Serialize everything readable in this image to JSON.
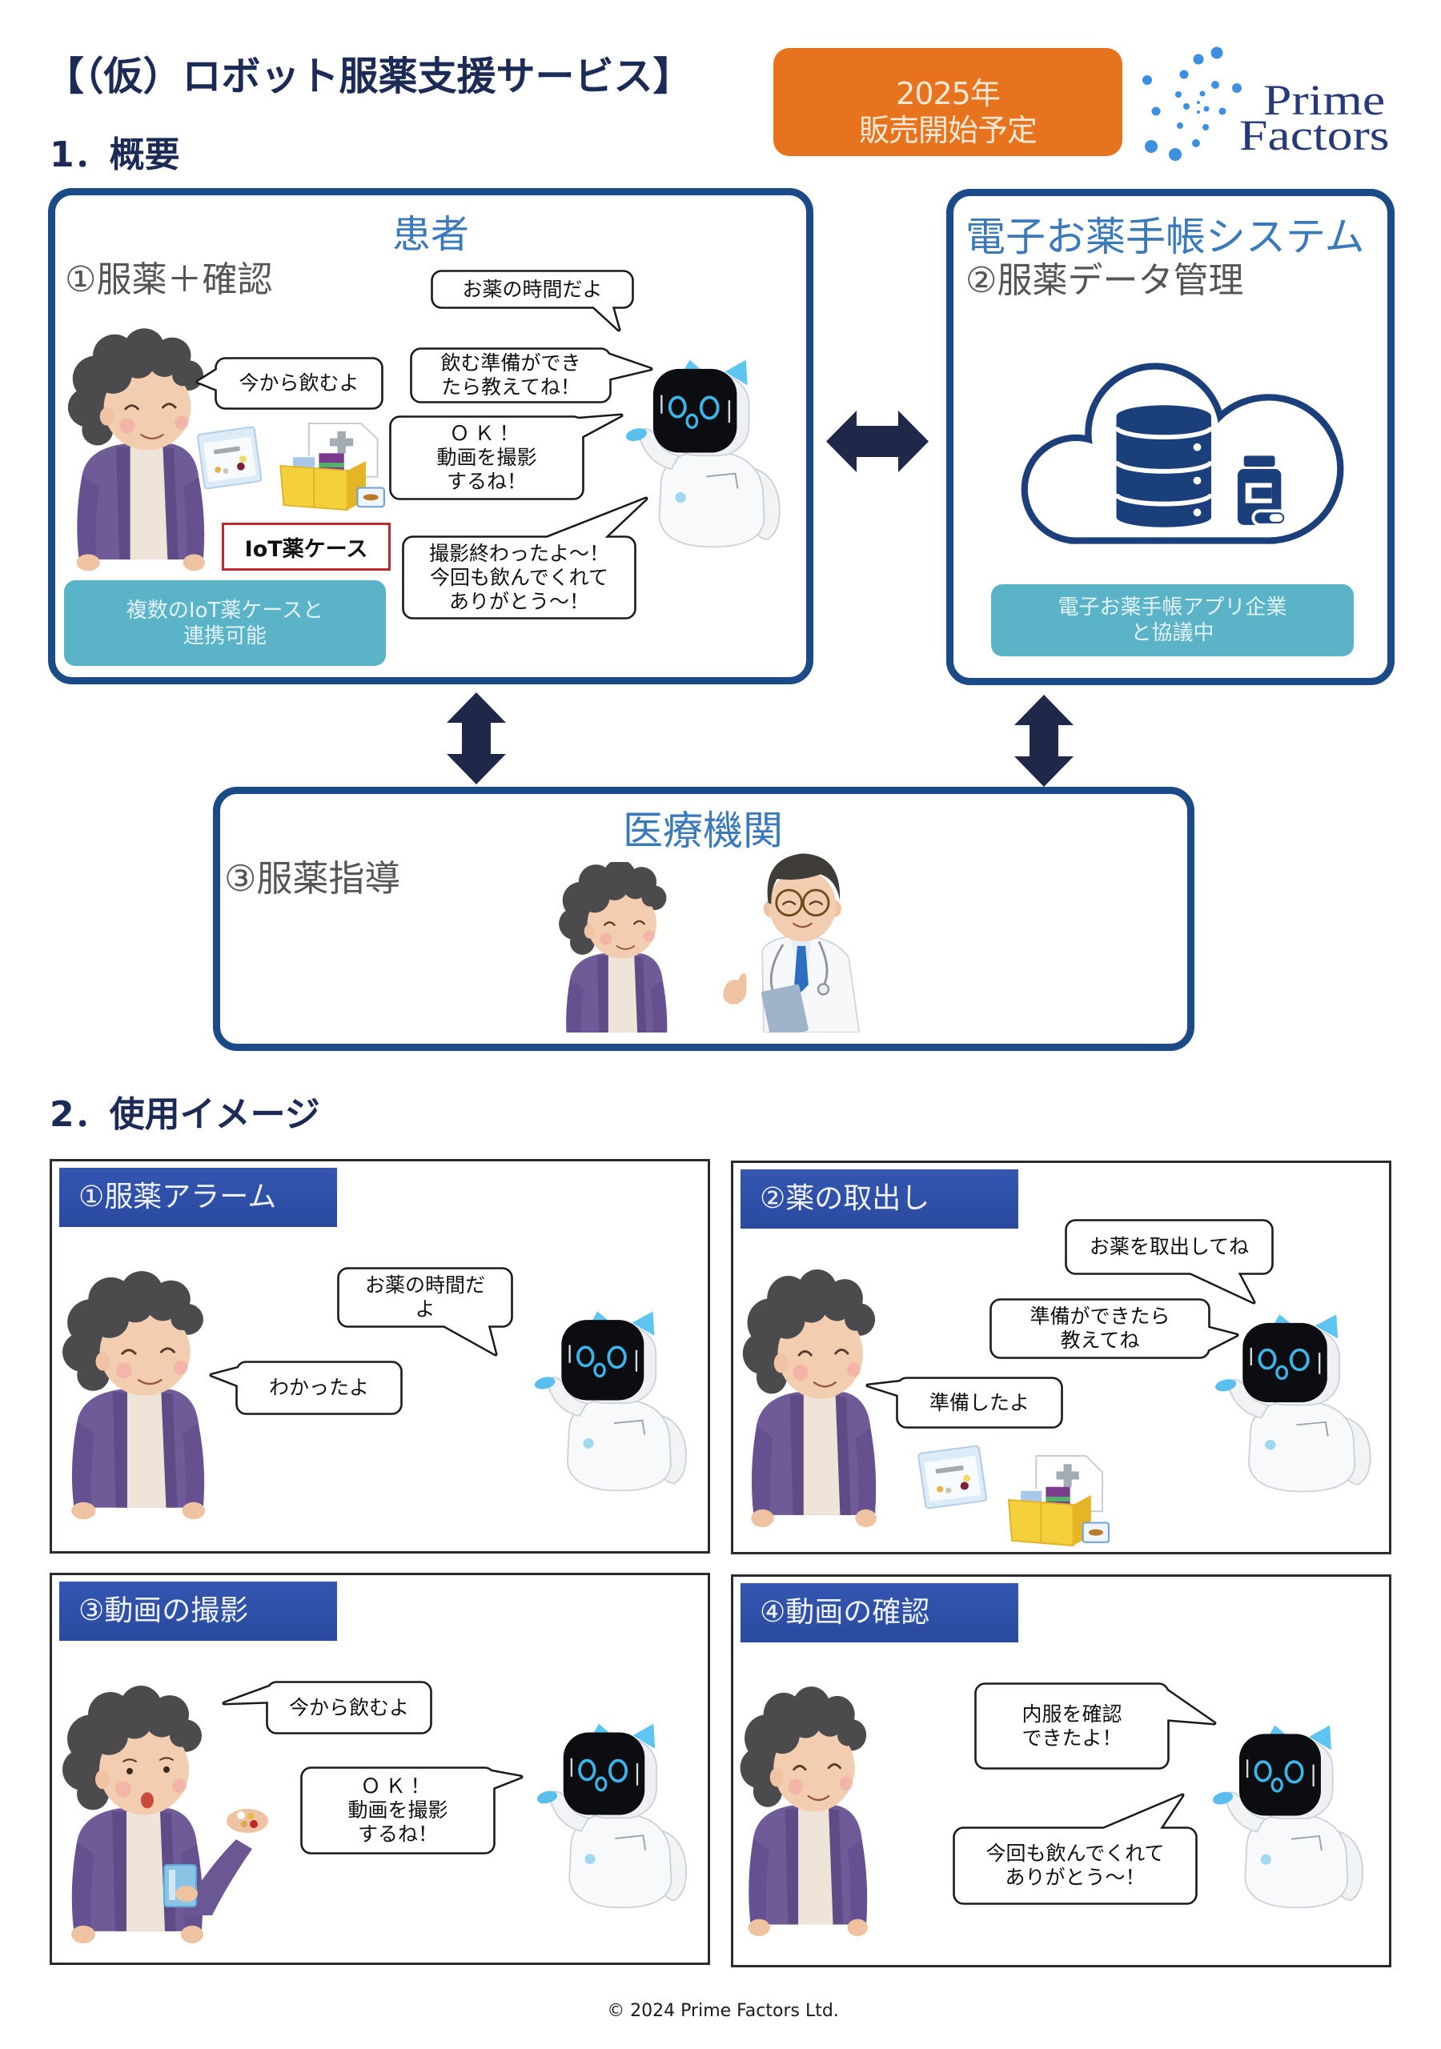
{
  "header": {
    "title": "【（仮）ロボット服薬支援サービス】",
    "launch_badge": [
      "2025年",
      "販売開始予定"
    ],
    "logo": {
      "line1": "Prime",
      "line2": "Factors"
    }
  },
  "overview": {
    "heading": "1．概要",
    "patient": {
      "title": "患者",
      "step": "①服薬＋確認",
      "bubbles": [
        {
          "speaker": "robot",
          "lines": [
            "お薬の時間だよ"
          ]
        },
        {
          "speaker": "patient",
          "lines": [
            "今から飲むよ"
          ]
        },
        {
          "speaker": "robot",
          "lines": [
            "飲む準備ができ",
            "たら教えてね！"
          ]
        },
        {
          "speaker": "robot",
          "lines": [
            "ＯＫ！",
            "動画を撮影",
            "するね！"
          ]
        },
        {
          "speaker": "robot",
          "lines": [
            "撮影終わったよ～！",
            "今回も飲んでくれて",
            "ありがとう～！"
          ]
        }
      ],
      "device_label": "IoT薬ケース",
      "note": [
        "複数のIoT薬ケースと",
        "連携可能"
      ]
    },
    "e_medication_record": {
      "title": "電子お薬手帳システム",
      "step": "②服薬データ管理",
      "note": [
        "電子お薬手帳アプリ企業",
        "と協議中"
      ]
    },
    "medical_institution": {
      "title": "医療機関",
      "step": "③服薬指導"
    }
  },
  "usage": {
    "heading": "2．使用イメージ",
    "panels": [
      {
        "label": "①服薬アラーム",
        "bubbles": [
          {
            "speaker": "robot",
            "lines": [
              "お薬の時間だ",
              "よ"
            ]
          },
          {
            "speaker": "patient",
            "lines": [
              "わかったよ"
            ]
          }
        ]
      },
      {
        "label": "②薬の取出し",
        "bubbles": [
          {
            "speaker": "robot",
            "lines": [
              "お薬を取出してね"
            ]
          },
          {
            "speaker": "robot",
            "lines": [
              "準備ができたら",
              "教えてね"
            ]
          },
          {
            "speaker": "patient",
            "lines": [
              "準備したよ"
            ]
          }
        ]
      },
      {
        "label": "③動画の撮影",
        "bubbles": [
          {
            "speaker": "patient",
            "lines": [
              "今から飲むよ"
            ]
          },
          {
            "speaker": "robot",
            "lines": [
              "ＯＫ！",
              "動画を撮影",
              "するね！"
            ]
          }
        ]
      },
      {
        "label": "④動画の確認",
        "bubbles": [
          {
            "speaker": "robot",
            "lines": [
              "内服を確認",
              "できたよ！"
            ]
          },
          {
            "speaker": "robot",
            "lines": [
              "今回も飲んでくれて",
              "ありがとう～！"
            ]
          }
        ]
      }
    ]
  },
  "footer": {
    "copyright": "© 2024 Prime Factors Ltd."
  },
  "icons": {
    "horizontal_link": "left-right-arrow-icon",
    "vertical_link": "up-down-arrow-icon",
    "data_store": "cloud-database-icon",
    "medicine": "medicine-bottle-icon"
  },
  "colors": {
    "heading_navy": "#1c2b56",
    "box_border": "#1b4a88",
    "arrow": "#1f2848",
    "section_title_blue": "#3a79ba",
    "step_gray": "#555555",
    "note_teal": "#5bb3c8",
    "badge_orange": "#e8731f",
    "panel_label_blue": "#2d4fa7",
    "device_label_red": "#c1272d",
    "logo_dot_blue": "#3d8fe0",
    "logo_text": "#263a7a"
  }
}
